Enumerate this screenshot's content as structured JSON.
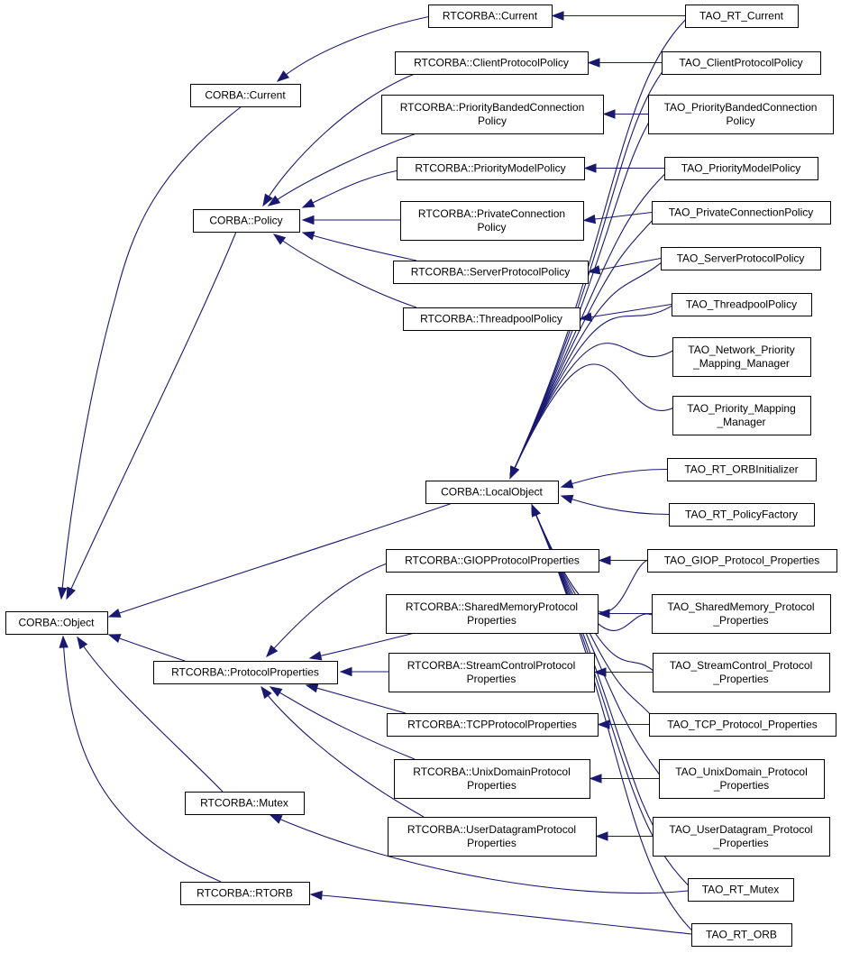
{
  "diagram": {
    "type": "class-inheritance-graph",
    "edge_color": "#191970",
    "nodes": {
      "corba_object": [
        "CORBA::Object"
      ],
      "corba_current": [
        "CORBA::Current"
      ],
      "corba_policy": [
        "CORBA::Policy"
      ],
      "corba_localobject": [
        "CORBA::LocalObject"
      ],
      "rt_current": [
        "RTCORBA::Current"
      ],
      "rt_clientprotocolpolicy": [
        "RTCORBA::ClientProtocolPolicy"
      ],
      "rt_prioritybanded": [
        "RTCORBA::PriorityBandedConnection",
        "Policy"
      ],
      "rt_prioritymodel": [
        "RTCORBA::PriorityModelPolicy"
      ],
      "rt_privateconnection": [
        "RTCORBA::PrivateConnection",
        "Policy"
      ],
      "rt_serverprotocolpolicy": [
        "RTCORBA::ServerProtocolPolicy"
      ],
      "rt_threadpoolpolicy": [
        "RTCORBA::ThreadpoolPolicy"
      ],
      "rt_protocolproperties": [
        "RTCORBA::ProtocolProperties"
      ],
      "rt_giop": [
        "RTCORBA::GIOPProtocolProperties"
      ],
      "rt_sharedmemory": [
        "RTCORBA::SharedMemoryProtocol",
        "Properties"
      ],
      "rt_streamcontrol": [
        "RTCORBA::StreamControlProtocol",
        "Properties"
      ],
      "rt_tcp": [
        "RTCORBA::TCPProtocolProperties"
      ],
      "rt_unixdomain": [
        "RTCORBA::UnixDomainProtocol",
        "Properties"
      ],
      "rt_userdatagram": [
        "RTCORBA::UserDatagramProtocol",
        "Properties"
      ],
      "rt_mutex": [
        "RTCORBA::Mutex"
      ],
      "rt_rtorb": [
        "RTCORBA::RTORB"
      ],
      "tao_rt_current": [
        "TAO_RT_Current"
      ],
      "tao_clientprotocolpolicy": [
        "TAO_ClientProtocolPolicy"
      ],
      "tao_prioritybanded": [
        "TAO_PriorityBandedConnection",
        "Policy"
      ],
      "tao_prioritymodel": [
        "TAO_PriorityModelPolicy"
      ],
      "tao_privateconnection": [
        "TAO_PrivateConnectionPolicy"
      ],
      "tao_serverprotocolpolicy": [
        "TAO_ServerProtocolPolicy"
      ],
      "tao_threadpoolpolicy": [
        "TAO_ThreadpoolPolicy"
      ],
      "tao_network_priority": [
        "TAO_Network_Priority",
        "_Mapping_Manager"
      ],
      "tao_priority_mapping": [
        "TAO_Priority_Mapping",
        "_Manager"
      ],
      "tao_rt_orbinitializer": [
        "TAO_RT_ORBInitializer"
      ],
      "tao_rt_policyfactory": [
        "TAO_RT_PolicyFactory"
      ],
      "tao_giop": [
        "TAO_GIOP_Protocol_Properties"
      ],
      "tao_sharedmemory": [
        "TAO_SharedMemory_Protocol",
        "_Properties"
      ],
      "tao_streamcontrol": [
        "TAO_StreamControl_Protocol",
        "_Properties"
      ],
      "tao_tcp": [
        "TAO_TCP_Protocol_Properties"
      ],
      "tao_unixdomain": [
        "TAO_UnixDomain_Protocol",
        "_Properties"
      ],
      "tao_userdatagram": [
        "TAO_UserDatagram_Protocol",
        "_Properties"
      ],
      "tao_rt_mutex": [
        "TAO_RT_Mutex"
      ],
      "tao_rt_orb": [
        "TAO_RT_ORB"
      ]
    },
    "edges": [
      [
        "corba_current",
        "corba_object"
      ],
      [
        "corba_policy",
        "corba_object"
      ],
      [
        "corba_localobject",
        "corba_object"
      ],
      [
        "rt_protocolproperties",
        "corba_object"
      ],
      [
        "rt_mutex",
        "corba_object"
      ],
      [
        "rt_rtorb",
        "corba_object"
      ],
      [
        "rt_current",
        "corba_current"
      ],
      [
        "rt_clientprotocolpolicy",
        "corba_policy"
      ],
      [
        "rt_prioritybanded",
        "corba_policy"
      ],
      [
        "rt_prioritymodel",
        "corba_policy"
      ],
      [
        "rt_privateconnection",
        "corba_policy"
      ],
      [
        "rt_serverprotocolpolicy",
        "corba_policy"
      ],
      [
        "rt_threadpoolpolicy",
        "corba_policy"
      ],
      [
        "rt_giop",
        "rt_protocolproperties"
      ],
      [
        "rt_sharedmemory",
        "rt_protocolproperties"
      ],
      [
        "rt_streamcontrol",
        "rt_protocolproperties"
      ],
      [
        "rt_tcp",
        "rt_protocolproperties"
      ],
      [
        "rt_unixdomain",
        "rt_protocolproperties"
      ],
      [
        "rt_userdatagram",
        "rt_protocolproperties"
      ],
      [
        "tao_rt_current",
        "rt_current"
      ],
      [
        "tao_clientprotocolpolicy",
        "rt_clientprotocolpolicy"
      ],
      [
        "tao_prioritybanded",
        "rt_prioritybanded"
      ],
      [
        "tao_prioritymodel",
        "rt_prioritymodel"
      ],
      [
        "tao_privateconnection",
        "rt_privateconnection"
      ],
      [
        "tao_serverprotocolpolicy",
        "rt_serverprotocolpolicy"
      ],
      [
        "tao_threadpoolpolicy",
        "rt_threadpoolpolicy"
      ],
      [
        "tao_giop",
        "rt_giop"
      ],
      [
        "tao_sharedmemory",
        "rt_sharedmemory"
      ],
      [
        "tao_streamcontrol",
        "rt_streamcontrol"
      ],
      [
        "tao_tcp",
        "rt_tcp"
      ],
      [
        "tao_unixdomain",
        "rt_unixdomain"
      ],
      [
        "tao_userdatagram",
        "rt_userdatagram"
      ],
      [
        "tao_rt_mutex",
        "rt_mutex"
      ],
      [
        "tao_rt_orb",
        "rt_rtorb"
      ],
      [
        "tao_rt_current",
        "corba_localobject"
      ],
      [
        "tao_clientprotocolpolicy",
        "corba_localobject"
      ],
      [
        "tao_prioritybanded",
        "corba_localobject"
      ],
      [
        "tao_prioritymodel",
        "corba_localobject"
      ],
      [
        "tao_privateconnection",
        "corba_localobject"
      ],
      [
        "tao_serverprotocolpolicy",
        "corba_localobject"
      ],
      [
        "tao_threadpoolpolicy",
        "corba_localobject"
      ],
      [
        "tao_network_priority",
        "corba_localobject"
      ],
      [
        "tao_priority_mapping",
        "corba_localobject"
      ],
      [
        "tao_rt_orbinitializer",
        "corba_localobject"
      ],
      [
        "tao_rt_policyfactory",
        "corba_localobject"
      ],
      [
        "tao_giop",
        "corba_localobject"
      ],
      [
        "tao_sharedmemory",
        "corba_localobject"
      ],
      [
        "tao_streamcontrol",
        "corba_localobject"
      ],
      [
        "tao_tcp",
        "corba_localobject"
      ],
      [
        "tao_unixdomain",
        "corba_localobject"
      ],
      [
        "tao_userdatagram",
        "corba_localobject"
      ],
      [
        "tao_rt_mutex",
        "corba_localobject"
      ],
      [
        "tao_rt_orb",
        "corba_localobject"
      ]
    ]
  }
}
